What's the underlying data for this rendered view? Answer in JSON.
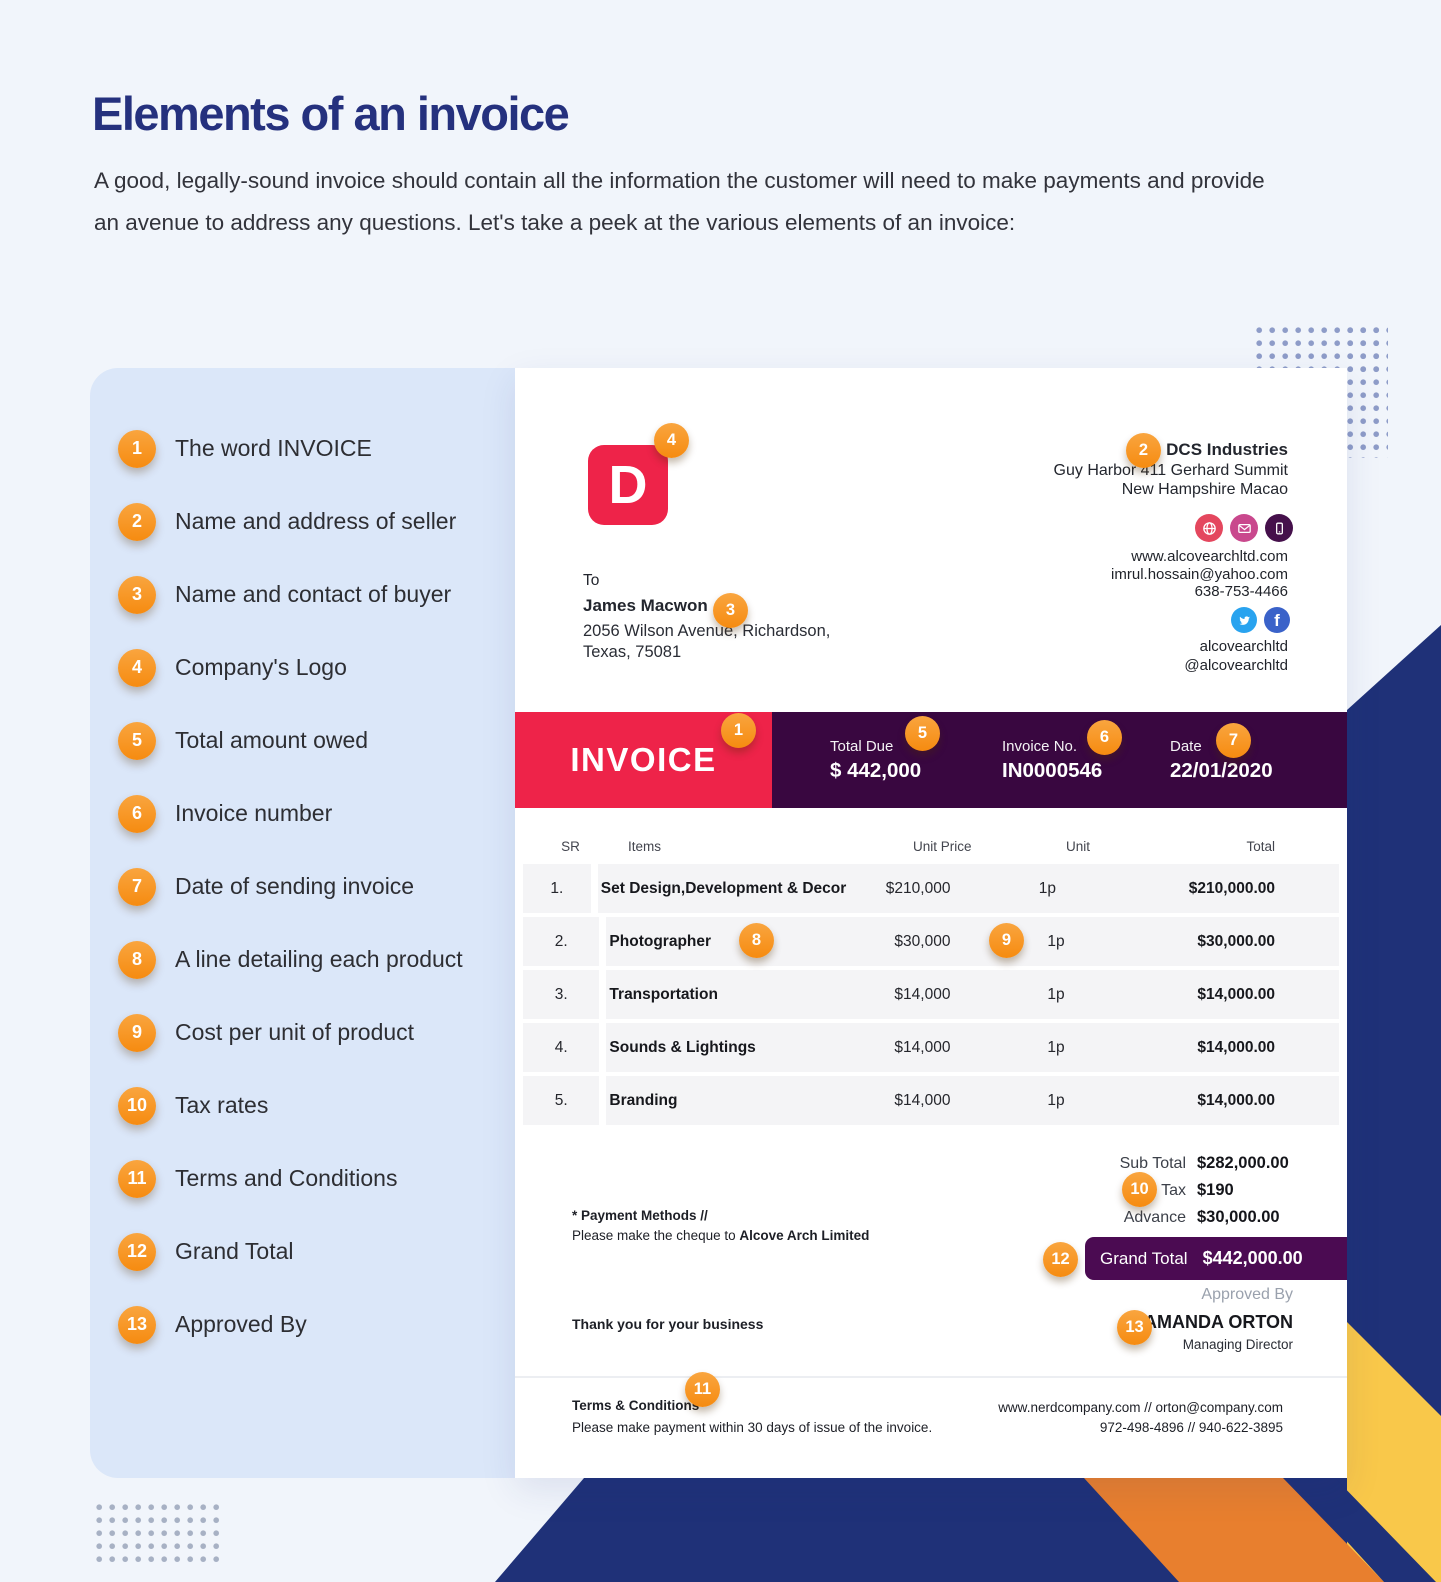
{
  "page": {
    "title": "Elements of an invoice",
    "intro": "A good, legally-sound invoice should contain all the information the customer will need to make payments and provide an avenue to address any questions. Let's take a peek at the various elements of an invoice:"
  },
  "legend": {
    "items": [
      {
        "num": "1",
        "label": "The word INVOICE"
      },
      {
        "num": "2",
        "label": "Name and address of seller"
      },
      {
        "num": "3",
        "label": "Name and contact of buyer"
      },
      {
        "num": "4",
        "label": "Company's Logo"
      },
      {
        "num": "5",
        "label": "Total amount owed"
      },
      {
        "num": "6",
        "label": "Invoice number"
      },
      {
        "num": "7",
        "label": "Date of sending invoice"
      },
      {
        "num": "8",
        "label": "A line detailing each product"
      },
      {
        "num": "9",
        "label": "Cost per unit of product"
      },
      {
        "num": "10",
        "label": "Tax rates"
      },
      {
        "num": "11",
        "label": "Terms and Conditions"
      },
      {
        "num": "12",
        "label": "Grand Total"
      },
      {
        "num": "13",
        "label": "Approved By"
      }
    ]
  },
  "invoice": {
    "logo_letter": "D",
    "to_label": "To",
    "buyer": {
      "name": "James Macwon",
      "address_line1": "2056  Wilson Avenue, Richardson,",
      "address_line2": "Texas, 75081"
    },
    "seller": {
      "name": "DCS Industries",
      "address_line1": "Guy Harbor 411 Gerhard Summit",
      "address_line2": "New Hampshire Macao",
      "website": "www.alcovearchltd.com",
      "email": "imrul.hossain@yahoo.com",
      "phone": "638-753-4466",
      "social_handle1": "alcovearchltd",
      "social_handle2": "@alcovearchltd"
    },
    "banner": {
      "title": "INVOICE",
      "total_due_label": "Total Due",
      "total_due": "$ 442,000",
      "invoice_no_label": "Invoice No.",
      "invoice_no": "IN0000546",
      "date_label": "Date",
      "date": "22/01/2020"
    },
    "table": {
      "headers": [
        "SR",
        "Items",
        "Unit Price",
        "Unit",
        "Total"
      ],
      "rows": [
        {
          "sr": "1.",
          "item": "Set Design,Development & Decor",
          "unit_price": "$210,000",
          "unit": "1p",
          "total": "$210,000.00"
        },
        {
          "sr": "2.",
          "item": "Photographer",
          "unit_price": "$30,000",
          "unit": "1p",
          "total": "$30,000.00"
        },
        {
          "sr": "3.",
          "item": "Transportation",
          "unit_price": "$14,000",
          "unit": "1p",
          "total": "$14,000.00"
        },
        {
          "sr": "4.",
          "item": "Sounds & Lightings",
          "unit_price": "$14,000",
          "unit": "1p",
          "total": "$14,000.00"
        },
        {
          "sr": "5.",
          "item": "Branding",
          "unit_price": "$14,000",
          "unit": "1p",
          "total": "$14,000.00"
        }
      ]
    },
    "summary": {
      "sub_total_label": "Sub Total",
      "sub_total": "$282,000.00",
      "tax_label": "Tax",
      "tax": "$190",
      "advance_label": "Advance",
      "advance": "$30,000.00",
      "grand_total_label": "Grand Total",
      "grand_total": "$442,000.00"
    },
    "payment": {
      "title": "* Payment Methods //",
      "line_prefix": "Please make the cheque to ",
      "payee": "Alcove Arch Limited"
    },
    "approved": {
      "label": "Approved By",
      "name": "AMANDA ORTON",
      "role": "Managing Director"
    },
    "thanks": "Thank you for your business",
    "footer": {
      "terms_title": "Terms & Conditions",
      "terms_text": "Please make payment within 30 days of issue of the invoice.",
      "website_email": "www.nerdcompany.com  // orton@company.com",
      "phones": "972-498-4896  // 940-622-3895"
    }
  },
  "markers": {
    "m1": "1",
    "m2": "2",
    "m3": "3",
    "m4": "4",
    "m5": "5",
    "m6": "6",
    "m7": "7",
    "m8": "8",
    "m9": "9",
    "m10": "10",
    "m11": "11",
    "m12": "12",
    "m13": "13"
  },
  "colors": {
    "accent_orange": "#F7941D",
    "brand_red": "#EE2349",
    "banner_purple": "#390740",
    "grand_total_purple": "#4B0B52",
    "decor_navy": "#1F3178",
    "decor_orange": "#E87F2E",
    "decor_yellow": "#F9C84A",
    "panel_blue": "#DBE7F9",
    "title_navy": "#25317E"
  }
}
